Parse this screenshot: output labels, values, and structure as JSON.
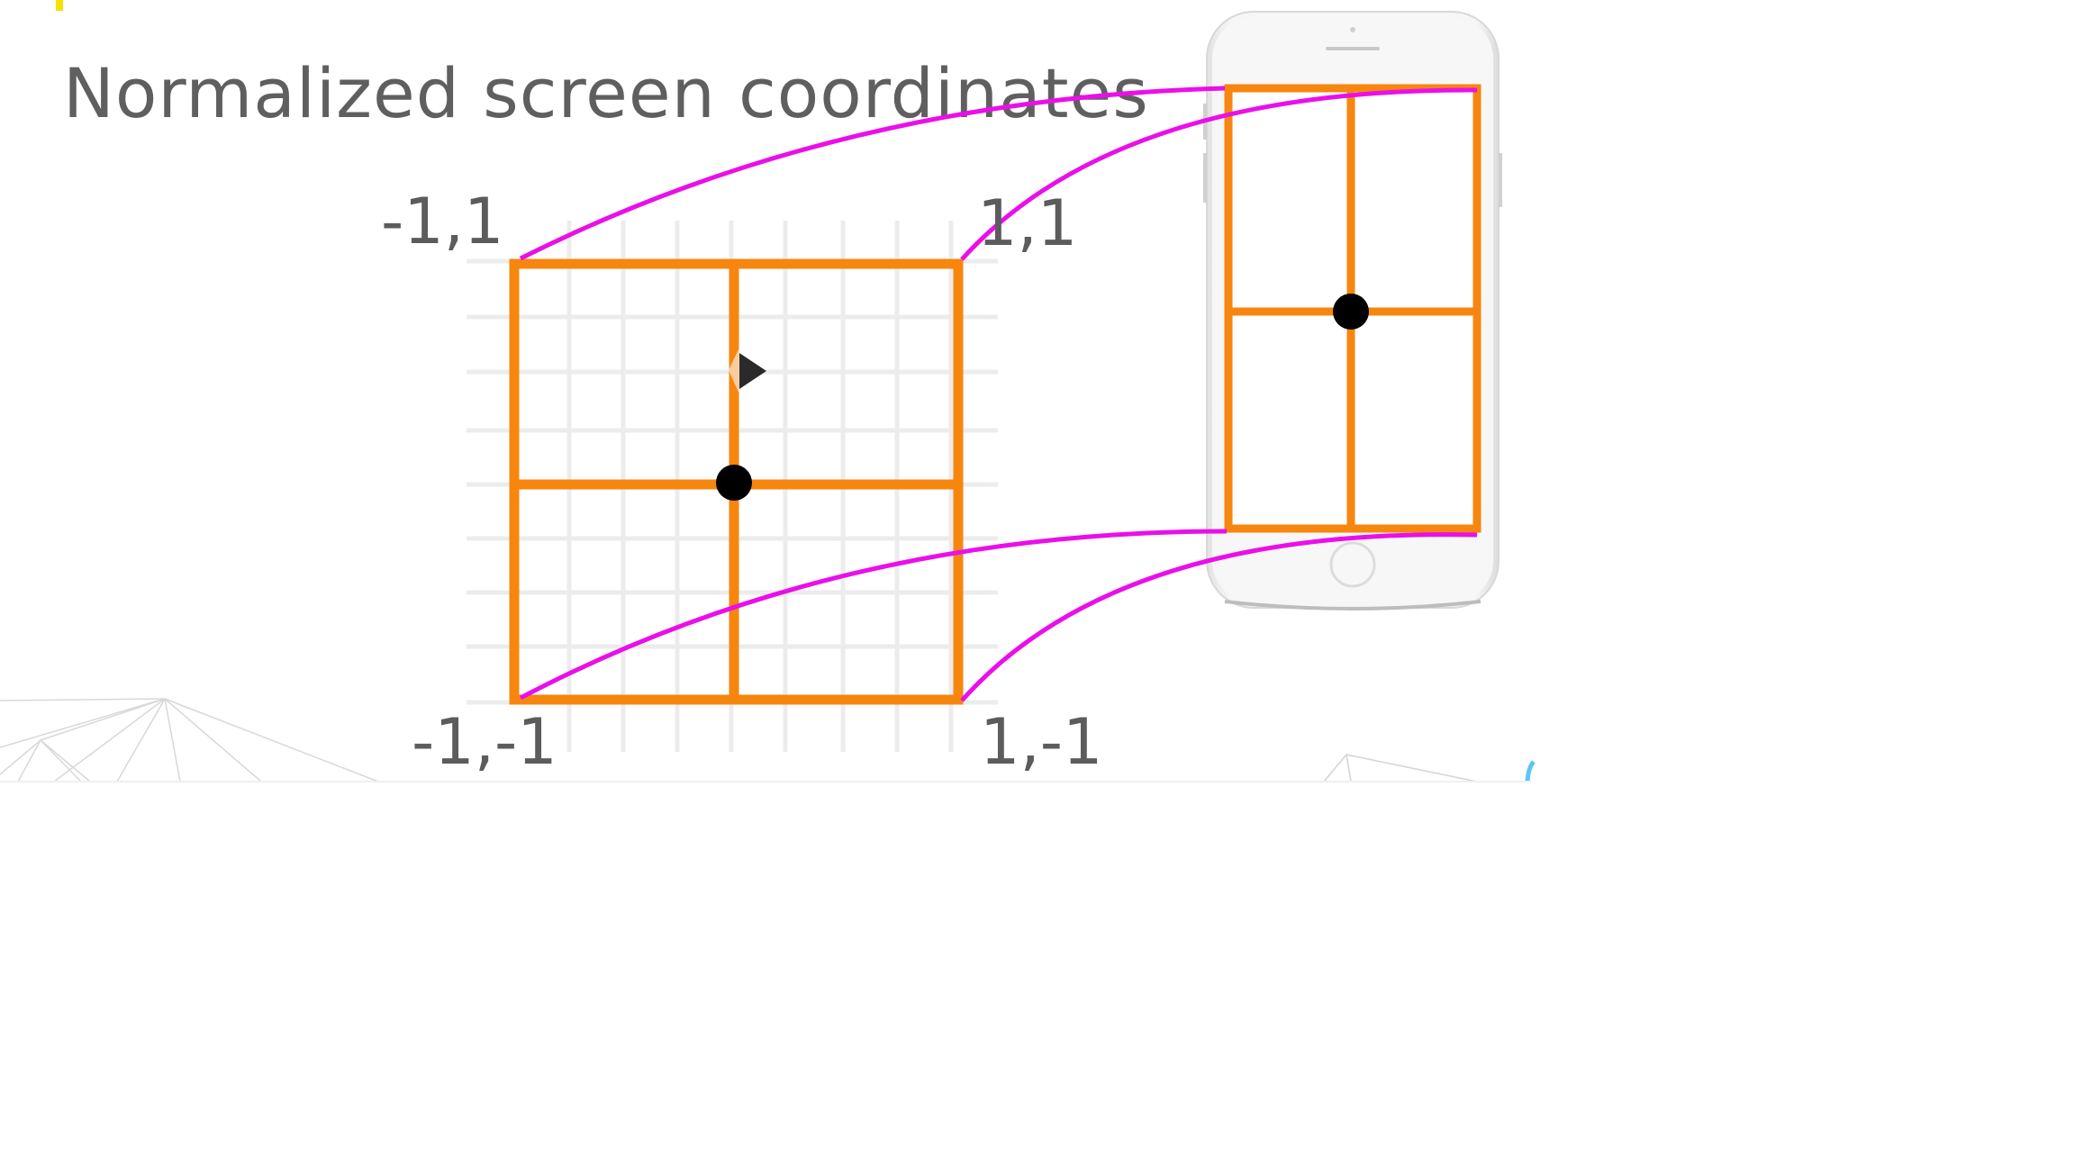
{
  "slide": {
    "title": "Normalized screen coordinates"
  },
  "corners": {
    "top_left": "-1,1",
    "top_right": "1,1",
    "bottom_left": "-1,-1",
    "bottom_right": "1,-1"
  },
  "colors": {
    "frame": "#f7860f",
    "mapping_lines": "#ea0fe9",
    "grid": "#ececec",
    "title_text": "#5f5f5f",
    "center_dot": "#000000",
    "phone_body": "#f4f4f4",
    "accent_mark": "#f5e200"
  },
  "icons": {
    "play": "play-triangle-icon",
    "phone": "smartphone-icon"
  }
}
